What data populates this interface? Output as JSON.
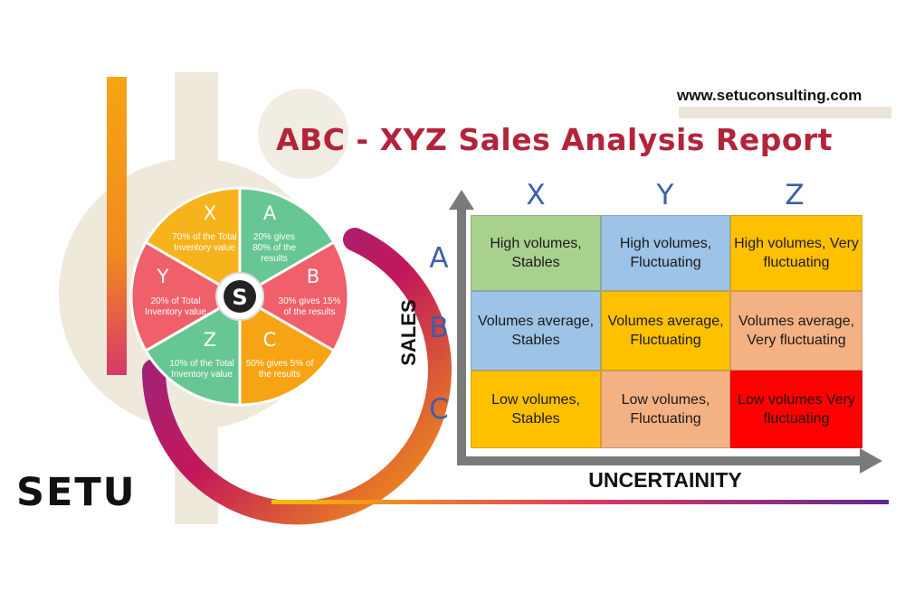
{
  "header": {
    "url": "www.setuconsulting.com",
    "title": "ABC - XYZ Sales Analysis Report"
  },
  "brand": "SETU",
  "wheel": {
    "center_icon": "s-logo-icon",
    "segments": [
      {
        "letter": "A",
        "text": "20% gives 80% of the results",
        "color": "#66c794"
      },
      {
        "letter": "B",
        "text": "30% gives 15% of the results",
        "color": "#f0606a"
      },
      {
        "letter": "C",
        "text": "50% gives 5% of the results",
        "color": "#f7a414"
      },
      {
        "letter": "Z",
        "text": "10% of the Total Inventory value",
        "color": "#66c794"
      },
      {
        "letter": "Y",
        "text": "20% of Total Inventory value",
        "color": "#f0606a"
      },
      {
        "letter": "X",
        "text": "70% of the Total Inventory value",
        "color": "#f7b31c"
      }
    ]
  },
  "matrix": {
    "columns": [
      "X",
      "Y",
      "Z"
    ],
    "rows": [
      "A",
      "B",
      "C"
    ],
    "x_axis_label": "UNCERTAINITY",
    "y_axis_label": "SALES",
    "cells": [
      [
        {
          "text": "High volumes, Stables",
          "color": "#a9d18e"
        },
        {
          "text": "High volumes, Fluctuating",
          "color": "#9dc3e6"
        },
        {
          "text": "High volumes, Very fluctuating",
          "color": "#ffc000"
        }
      ],
      [
        {
          "text": "Volumes average, Stables",
          "color": "#9dc3e6"
        },
        {
          "text": "Volumes average, Fluctuating",
          "color": "#ffc000"
        },
        {
          "text": "Volumes average, Very fluctuating",
          "color": "#f4b183"
        }
      ],
      [
        {
          "text": "Low volumes, Stables",
          "color": "#ffc000"
        },
        {
          "text": "Low volumes, Fluctuating",
          "color": "#f4b183"
        },
        {
          "text": "Low volumes Very fluctuating",
          "color": "#ff0000"
        }
      ]
    ]
  }
}
